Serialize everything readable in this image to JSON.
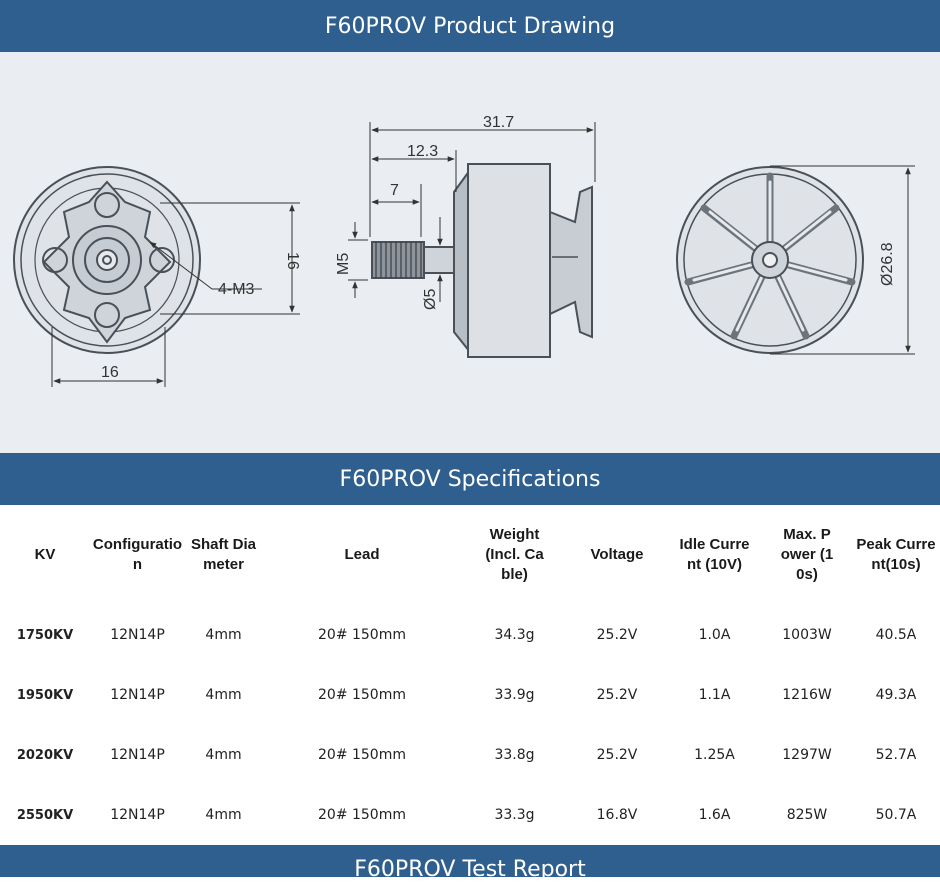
{
  "banners": {
    "drawing": "F60PROV Product Drawing",
    "specs": "F60PROV Specifications",
    "report": "F60PROV Test Report"
  },
  "drawing": {
    "dim_16_vertical": "16",
    "dim_16_horizontal": "16",
    "dim_4m3": "4-M3",
    "dim_31_7": "31.7",
    "dim_12_3": "12.3",
    "dim_7": "7",
    "dim_m5": "M5",
    "dim_d5": "Ø5",
    "dim_d26_8": "Ø26.8"
  },
  "specs": {
    "headers": [
      "KV",
      "Configuration",
      "Shaft Diameter",
      "Lead",
      "Weight (Incl. Cable)",
      "Voltage",
      "Idle Current (10V)",
      "Max. Power (10s)",
      "Peak Current(10s)"
    ],
    "rows": [
      [
        "1750KV",
        "12N14P",
        "4mm",
        "20# 150mm",
        "34.3g",
        "25.2V",
        "1.0A",
        "1003W",
        "40.5A"
      ],
      [
        "1950KV",
        "12N14P",
        "4mm",
        "20# 150mm",
        "33.9g",
        "25.2V",
        "1.1A",
        "1216W",
        "49.3A"
      ],
      [
        "2020KV",
        "12N14P",
        "4mm",
        "20# 150mm",
        "33.8g",
        "25.2V",
        "1.25A",
        "1297W",
        "52.7A"
      ],
      [
        "2550KV",
        "12N14P",
        "4mm",
        "20# 150mm",
        "33.3g",
        "16.8V",
        "1.6A",
        "825W",
        "50.7A"
      ]
    ]
  }
}
